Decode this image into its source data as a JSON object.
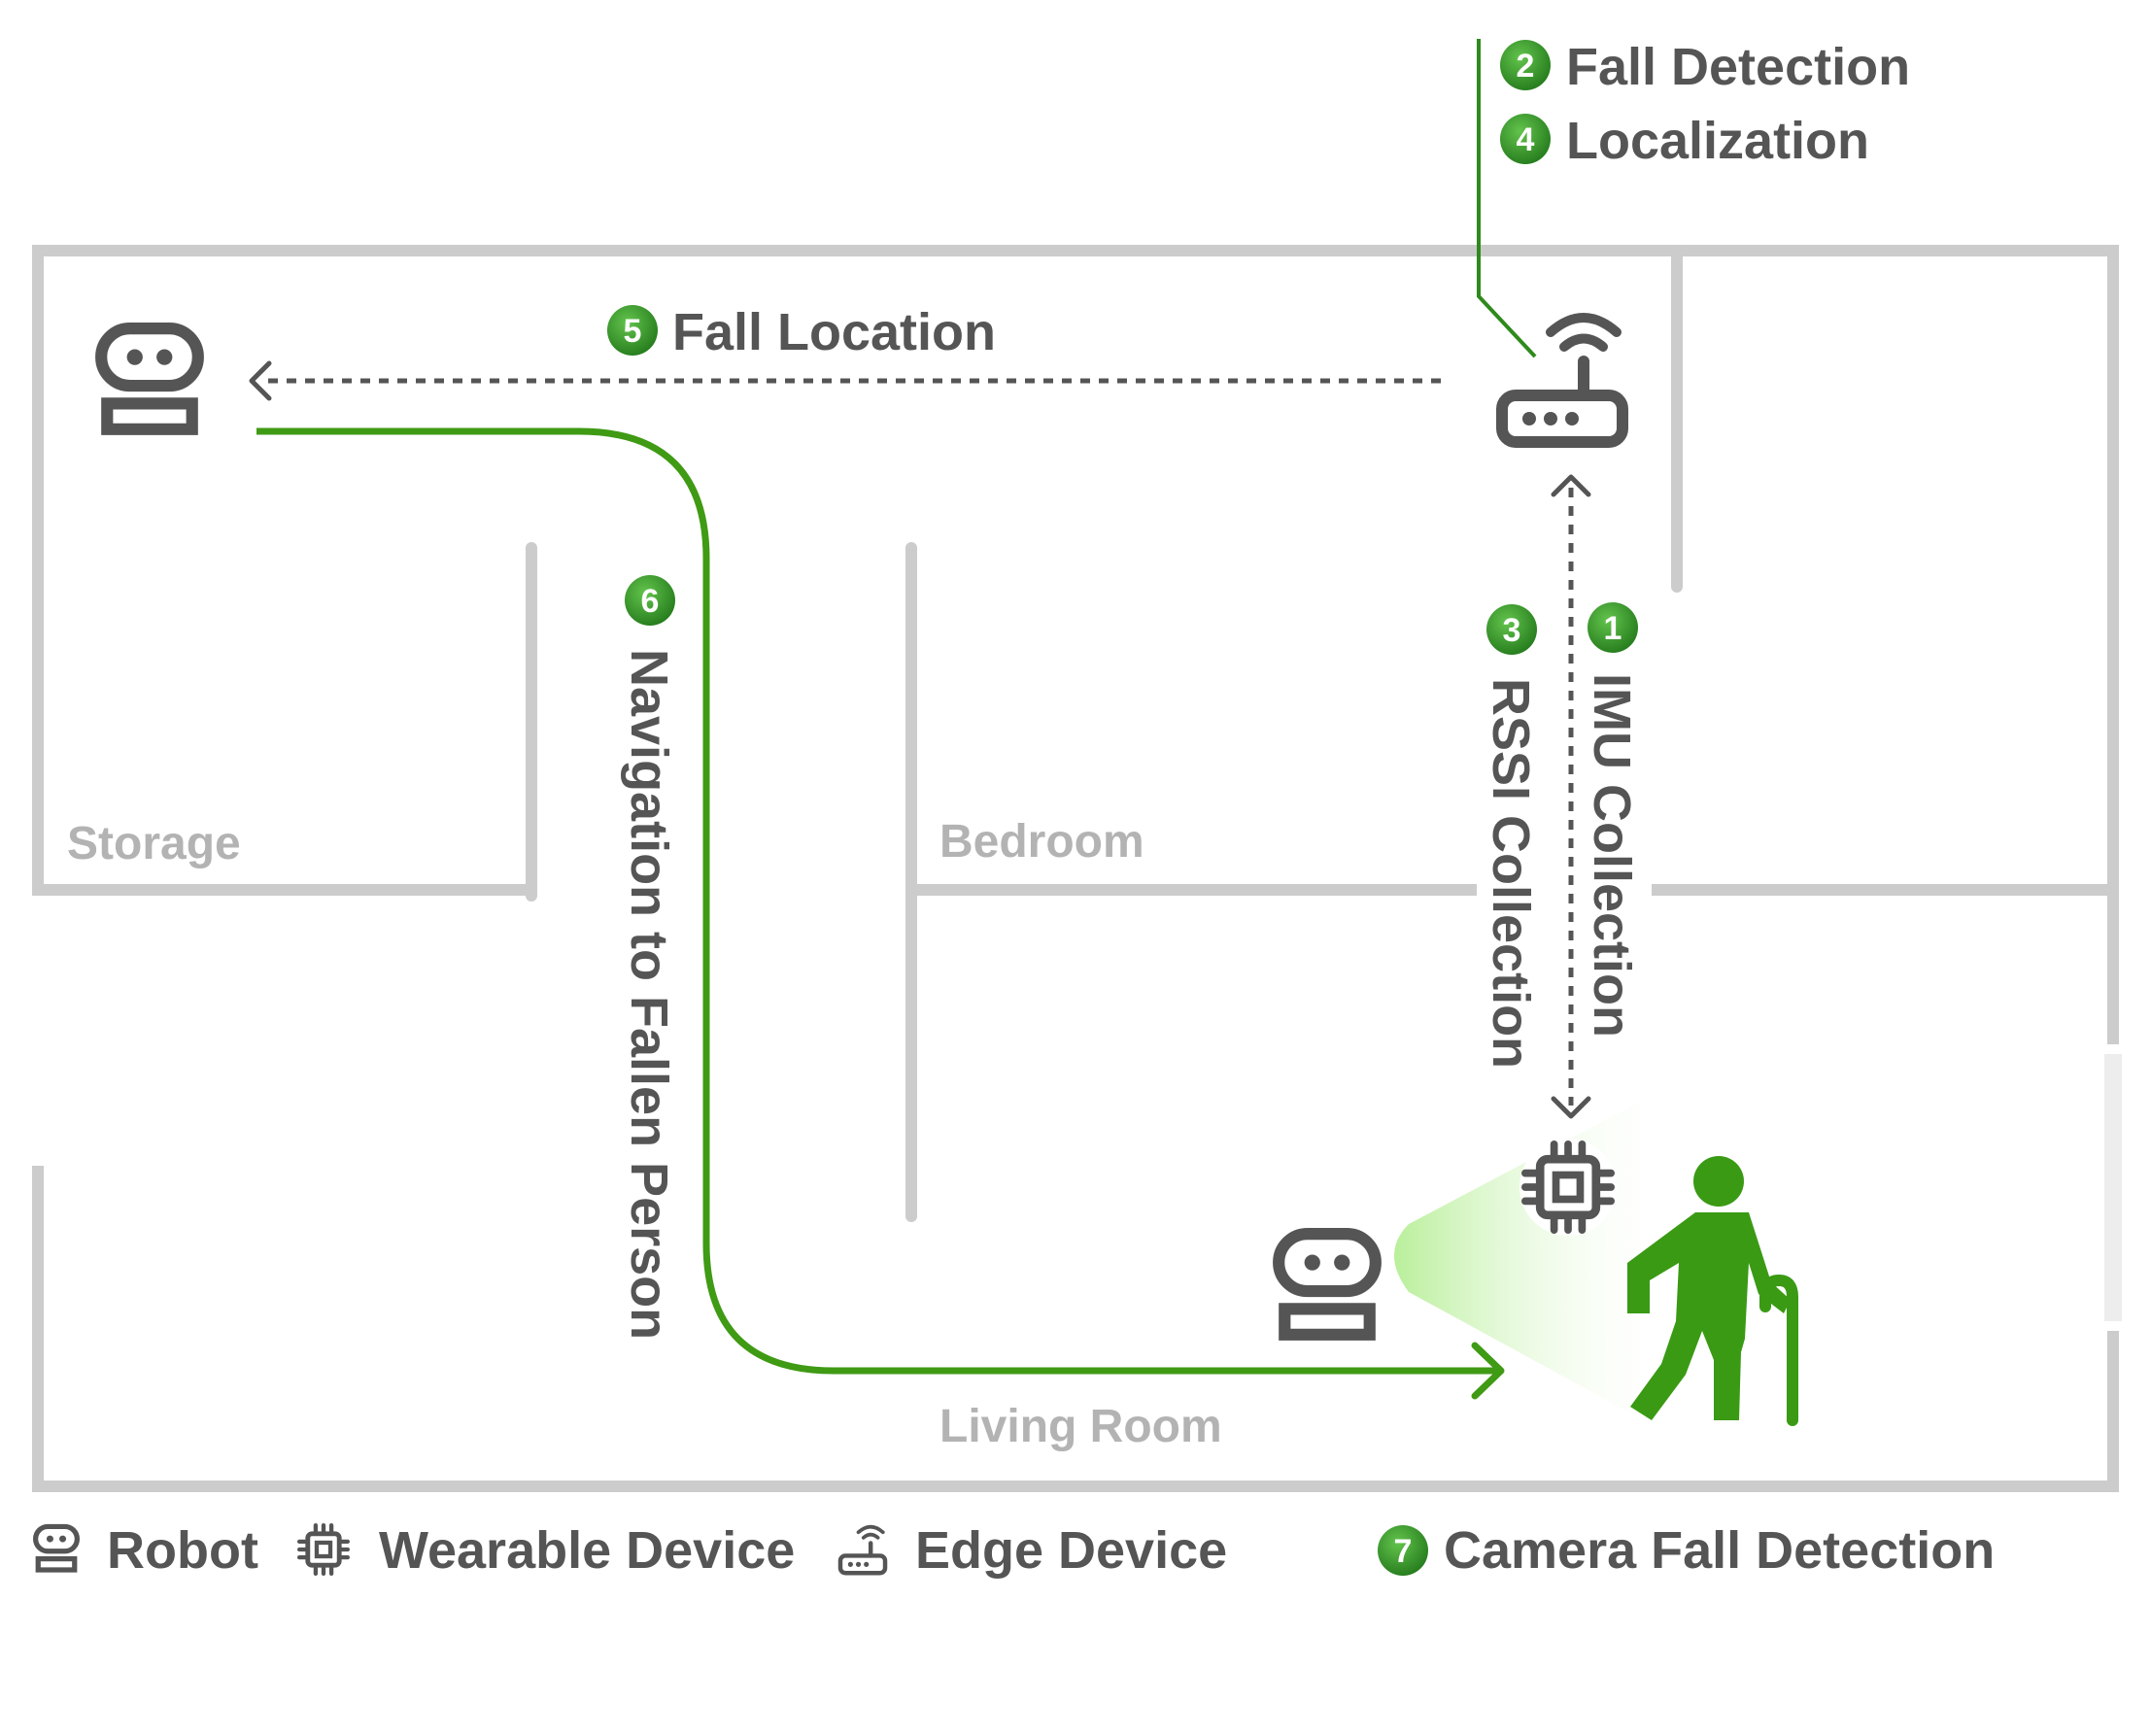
{
  "rooms": {
    "storage": "Storage",
    "bedroom": "Bedroom",
    "living_room": "Living Room"
  },
  "steps": {
    "s1": {
      "num": "1",
      "label": "IMU Collection"
    },
    "s2": {
      "num": "2",
      "label": "Fall Detection"
    },
    "s3": {
      "num": "3",
      "label": "RSSI Collection"
    },
    "s4": {
      "num": "4",
      "label": "Localization"
    },
    "s5": {
      "num": "5",
      "label": "Fall Location"
    },
    "s6": {
      "num": "6",
      "label": "Navigation to Fallen Person"
    },
    "s7": {
      "num": "7",
      "label": "Camera Fall Detection"
    }
  },
  "legend": {
    "robot": "Robot",
    "wearable": "Wearable Device",
    "edge": "Edge Device"
  },
  "icons": [
    "robot-icon",
    "wearable-chip-icon",
    "edge-router-icon",
    "person-with-cane-icon"
  ],
  "colors": {
    "wall": "#cccccc",
    "icon": "#555555",
    "path_green": "#3f9a14",
    "line_green": "#2f8a1c",
    "badge_green": "#3a9a2a",
    "person_green": "#3a9a14",
    "text": "#555555",
    "room_text": "#b3b3b3"
  }
}
